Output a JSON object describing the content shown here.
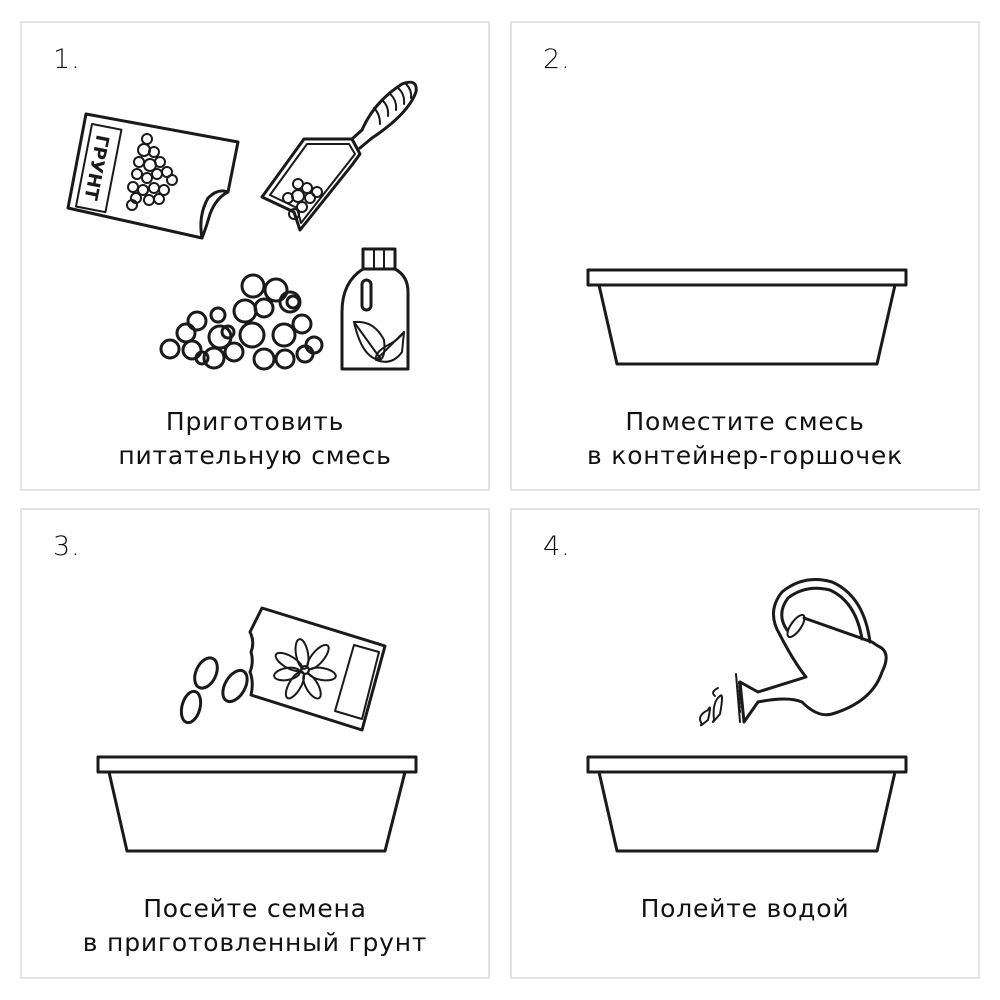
{
  "steps": [
    {
      "number": "1.",
      "caption_line1": "Приготовить",
      "caption_line2": "питательную смесь",
      "illustration": [
        "soil-bag-icon",
        "garden-trowel-icon",
        "soil-pile-icon",
        "fertilizer-bottle-icon"
      ],
      "bag_label": "ГРУНТ"
    },
    {
      "number": "2.",
      "caption_line1": "Поместите смесь",
      "caption_line2": "в контейнер-горшочек",
      "illustration": [
        "planter-pot-icon"
      ]
    },
    {
      "number": "3.",
      "caption_line1": "Посейте семена",
      "caption_line2": "в приготовленный грунт",
      "illustration": [
        "seeds-icon",
        "seed-packet-icon",
        "planter-pot-icon"
      ]
    },
    {
      "number": "4.",
      "caption_line1": "Полейте водой",
      "illustration": [
        "watering-can-icon",
        "water-drops-icon",
        "planter-pot-icon"
      ]
    }
  ],
  "colors": {
    "stroke": "#1a1a1a",
    "panel_border": "#e4e4e4",
    "background": "#ffffff"
  }
}
